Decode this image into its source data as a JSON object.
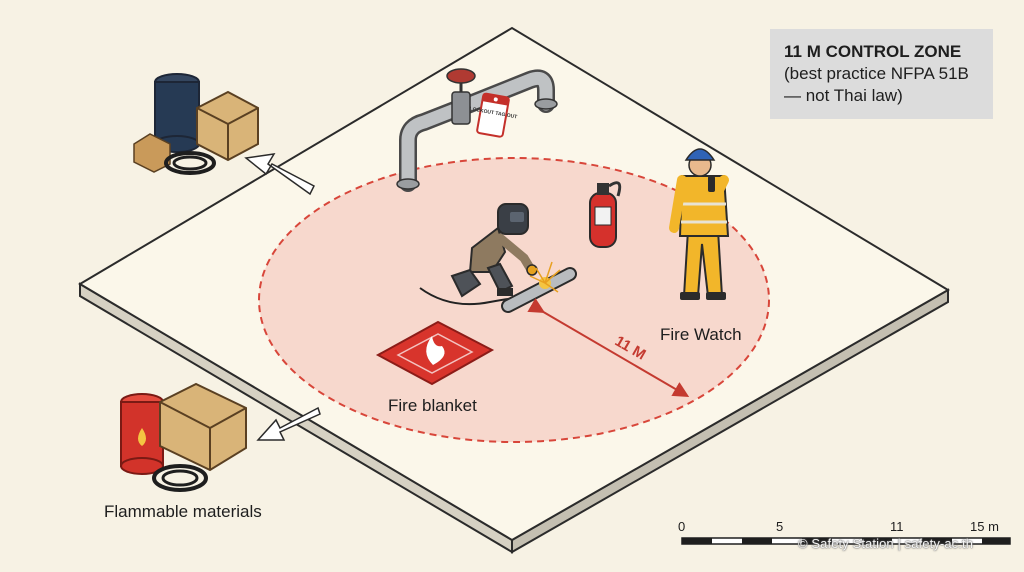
{
  "info_box": {
    "title": "11 M CONTROL ZONE",
    "line1": "(best practice NFPA 51B",
    "line2": "— not Thai law)"
  },
  "labels": {
    "fire_watch": "Fire Watch",
    "fire_blanket": "Fire blanket",
    "flammable_materials": "Flammable materials",
    "distance": "11 M"
  },
  "lockout_tag": "LOCKOUT TAG OUT",
  "scale_bar": {
    "ticks": [
      "0",
      "5",
      "11",
      "15 m"
    ]
  },
  "copyright": "© Safety Station | safety-ac.th",
  "colors": {
    "background": "#f7f2e4",
    "platform_top": "#fbf7ea",
    "zone_fill": "#f6d2c8",
    "zone_border": "#d8463a",
    "fire_blanket": "#d8342c",
    "worker_suit": "#f2b62a",
    "extinguisher": "#d5312c",
    "drum_blue": "#263a54",
    "drum_red": "#d2332a",
    "crate": "#d9b478"
  }
}
